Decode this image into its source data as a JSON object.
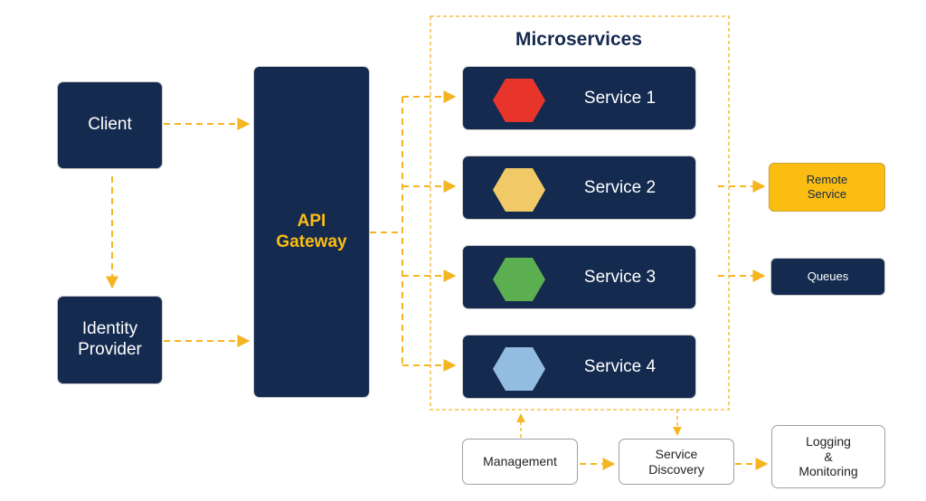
{
  "title": "Microservices",
  "client": "Client",
  "identity_provider": "Identity\nProvider",
  "api_gateway": "API\nGateway",
  "services": [
    {
      "label": "Service 1",
      "color": "#e8352b"
    },
    {
      "label": "Service 2",
      "color": "#f1ca67"
    },
    {
      "label": "Service 3",
      "color": "#5caf50"
    },
    {
      "label": "Service 4",
      "color": "#93bde0"
    }
  ],
  "remote_service": "Remote\nService",
  "queues": "Queues",
  "management": "Management",
  "service_discovery": "Service\nDiscovery",
  "logging": "Logging\n&\nMonitoring",
  "colors": {
    "navy": "#142a4f",
    "accent": "#fbbd12",
    "connector": "#f5b521"
  }
}
